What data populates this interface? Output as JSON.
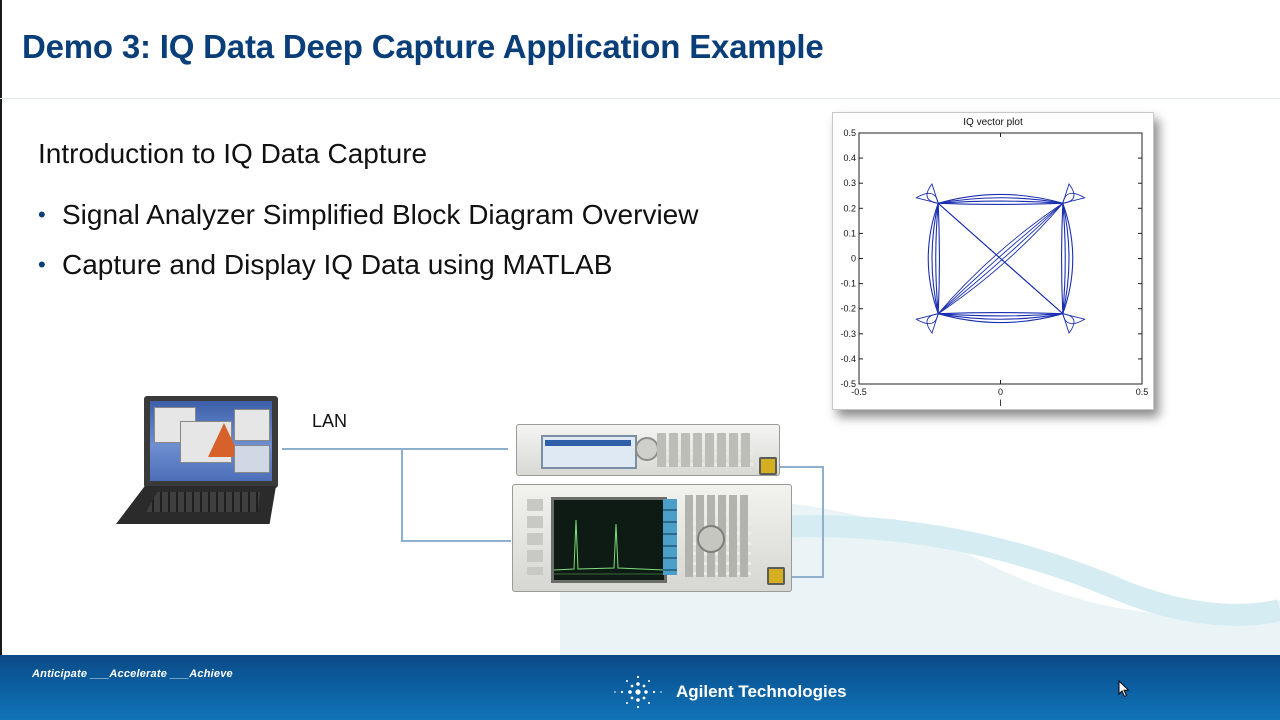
{
  "slide": {
    "title": "Demo 3: IQ Data Deep Capture Application Example",
    "intro": "Introduction to IQ Data Capture",
    "bullets": [
      "Signal Analyzer Simplified Block Diagram Overview",
      "Capture and Display IQ Data using MATLAB"
    ],
    "bullet_symbol": "•"
  },
  "diagram": {
    "lan_label": "LAN",
    "wire_color": "#8fb0cc"
  },
  "iq_plot": {
    "title": "IQ vector plot",
    "xlabel": "I",
    "x_ticks": [
      "-0.5",
      "0",
      "0.5"
    ],
    "y_ticks": [
      "0.5",
      "0.4",
      "0.3",
      "0.2",
      "0.1",
      "0",
      "-0.1",
      "-0.2",
      "-0.3",
      "-0.4",
      "-0.5"
    ],
    "xlim": [
      -0.5,
      0.5
    ],
    "ylim": [
      -0.5,
      0.5
    ],
    "line_color": "#1b2fb0"
  },
  "footer": {
    "tagline": "Anticipate ___Accelerate ___Achieve",
    "brand": "Agilent Technologies"
  },
  "colors": {
    "title": "#0a3e78",
    "footer": "#0c4a86",
    "text": "#111111"
  }
}
